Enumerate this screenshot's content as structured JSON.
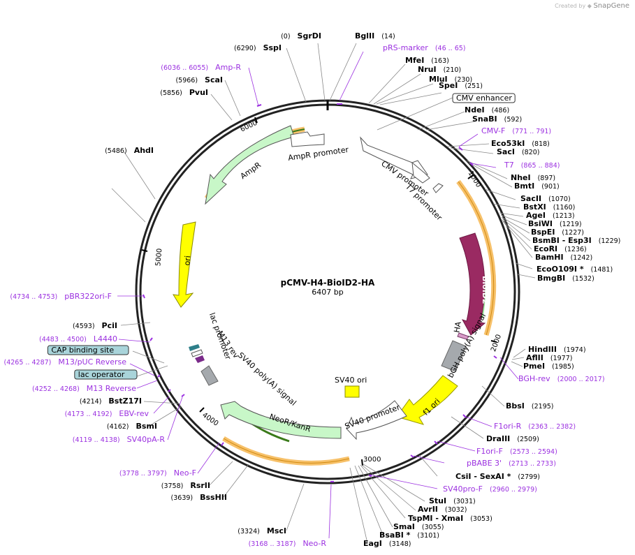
{
  "credit": {
    "prefix": "Created by",
    "brand": "SnapGene"
  },
  "plasmid": {
    "name": "pCMV-H4-BioID2-HA",
    "length": "6407 bp"
  },
  "colors": {
    "site": "#000000",
    "primer": "#9b30e0",
    "tick": "#555555"
  },
  "ticks": [
    "1000",
    "2000",
    "3000",
    "4000",
    "5000",
    "6000"
  ],
  "sites": [
    {
      "name": "SgrDI",
      "pos": "(0)",
      "kind": "site"
    },
    {
      "name": "BglII",
      "pos": "(14)",
      "kind": "site"
    },
    {
      "name": "pRS-marker",
      "pos": "(46 .. 65)",
      "kind": "primer"
    },
    {
      "name": "MfeI",
      "pos": "(163)",
      "kind": "site"
    },
    {
      "name": "NruI",
      "pos": "(210)",
      "kind": "site"
    },
    {
      "name": "MluI",
      "pos": "(230)",
      "kind": "site"
    },
    {
      "name": "SpeI",
      "pos": "(251)",
      "kind": "site"
    },
    {
      "name": "CMV enhancer",
      "pos": "",
      "kind": "feature"
    },
    {
      "name": "NdeI",
      "pos": "(486)",
      "kind": "site"
    },
    {
      "name": "SnaBI",
      "pos": "(592)",
      "kind": "site"
    },
    {
      "name": "CMV-F",
      "pos": "(771 .. 791)",
      "kind": "primer"
    },
    {
      "name": "Eco53kI",
      "pos": "(818)",
      "kind": "site"
    },
    {
      "name": "SacI",
      "pos": "(820)",
      "kind": "site"
    },
    {
      "name": "T7",
      "pos": "(865 .. 884)",
      "kind": "primer"
    },
    {
      "name": "NheI",
      "pos": "(897)",
      "kind": "site"
    },
    {
      "name": "BmtI",
      "pos": "(901)",
      "kind": "site"
    },
    {
      "name": "SacII",
      "pos": "(1070)",
      "kind": "site"
    },
    {
      "name": "BstXI",
      "pos": "(1160)",
      "kind": "site"
    },
    {
      "name": "AgeI",
      "pos": "(1213)",
      "kind": "site"
    },
    {
      "name": "BsiWI",
      "pos": "(1219)",
      "kind": "site"
    },
    {
      "name": "BspEI",
      "pos": "(1227)",
      "kind": "site"
    },
    {
      "name": "BsmBI - Esp3I",
      "pos": "(1229)",
      "kind": "site"
    },
    {
      "name": "EcoRI",
      "pos": "(1236)",
      "kind": "site"
    },
    {
      "name": "BamHI",
      "pos": "(1242)",
      "kind": "site"
    },
    {
      "name": "EcoO109I *",
      "pos": "(1481)",
      "kind": "site"
    },
    {
      "name": "BmgBI",
      "pos": "(1532)",
      "kind": "site"
    },
    {
      "name": "HindIII",
      "pos": "(1974)",
      "kind": "site"
    },
    {
      "name": "AflII",
      "pos": "(1977)",
      "kind": "site"
    },
    {
      "name": "PmeI",
      "pos": "(1985)",
      "kind": "site"
    },
    {
      "name": "BGH-rev",
      "pos": "(2000 .. 2017)",
      "kind": "primer"
    },
    {
      "name": "BbsI",
      "pos": "(2195)",
      "kind": "site"
    },
    {
      "name": "F1ori-R",
      "pos": "(2363 .. 2382)",
      "kind": "primer"
    },
    {
      "name": "DraIII",
      "pos": "(2509)",
      "kind": "site"
    },
    {
      "name": "F1ori-F",
      "pos": "(2573 .. 2594)",
      "kind": "primer"
    },
    {
      "name": "pBABE 3'",
      "pos": "(2713 .. 2733)",
      "kind": "primer"
    },
    {
      "name": "CsiI - SexAI *",
      "pos": "(2799)",
      "kind": "site"
    },
    {
      "name": "SV40pro-F",
      "pos": "(2960 .. 2979)",
      "kind": "primer"
    },
    {
      "name": "StuI",
      "pos": "(3031)",
      "kind": "site"
    },
    {
      "name": "AvrII",
      "pos": "(3032)",
      "kind": "site"
    },
    {
      "name": "TspMI - XmaI",
      "pos": "(3053)",
      "kind": "site"
    },
    {
      "name": "SmaI",
      "pos": "(3055)",
      "kind": "site"
    },
    {
      "name": "BsaBI *",
      "pos": "(3101)",
      "kind": "site"
    },
    {
      "name": "EagI",
      "pos": "(3148)",
      "kind": "site"
    },
    {
      "name": "Neo-R",
      "pos": "(3168 .. 3187)",
      "kind": "primer"
    },
    {
      "name": "MscI",
      "pos": "(3324)",
      "kind": "site"
    },
    {
      "name": "BssHII",
      "pos": "(3639)",
      "kind": "site"
    },
    {
      "name": "RsrII",
      "pos": "(3758)",
      "kind": "site"
    },
    {
      "name": "Neo-F",
      "pos": "(3778 .. 3797)",
      "kind": "primer"
    },
    {
      "name": "SV40pA-R",
      "pos": "(4119 .. 4138)",
      "kind": "primer"
    },
    {
      "name": "BsmI",
      "pos": "(4162)",
      "kind": "site"
    },
    {
      "name": "EBV-rev",
      "pos": "(4173 .. 4192)",
      "kind": "primer"
    },
    {
      "name": "BstZ17I",
      "pos": "(4214)",
      "kind": "site"
    },
    {
      "name": "M13 Reverse",
      "pos": "(4252 .. 4268)",
      "kind": "primer"
    },
    {
      "name": "lac operator",
      "pos": "",
      "kind": "feature"
    },
    {
      "name": "M13/pUC Reverse",
      "pos": "(4265 .. 4287)",
      "kind": "primer"
    },
    {
      "name": "CAP binding site",
      "pos": "",
      "kind": "feature"
    },
    {
      "name": "L4440",
      "pos": "(4483 .. 4500)",
      "kind": "primer"
    },
    {
      "name": "PciI",
      "pos": "(4593)",
      "kind": "site"
    },
    {
      "name": "pBR322ori-F",
      "pos": "(4734 .. 4753)",
      "kind": "primer"
    },
    {
      "name": "AhdI",
      "pos": "(5486)",
      "kind": "site"
    },
    {
      "name": "PvuI",
      "pos": "(5856)",
      "kind": "site"
    },
    {
      "name": "ScaI",
      "pos": "(5966)",
      "kind": "site"
    },
    {
      "name": "Amp-R",
      "pos": "(6036 .. 6055)",
      "kind": "primer"
    },
    {
      "name": "SspI",
      "pos": "(6290)",
      "kind": "site"
    }
  ],
  "features": {
    "cmv_promoter": "CMV promoter",
    "t7_promoter": "T7 promoter",
    "bioid2": "BioID2",
    "ha": "HA",
    "bgh": "bGH poly(A) signal",
    "f1ori": "f1 ori",
    "sv40_promoter": "SV40 promoter",
    "sv40_ori": "SV40 ori",
    "neor": "NeoR/KanR",
    "sv40pa": "SV40 poly(A) signal",
    "m13rev": "M13 rev",
    "lac_promoter": "lac promoter",
    "ori": "ori",
    "ampr": "AmpR",
    "ampr_promoter": "AmpR promoter"
  }
}
